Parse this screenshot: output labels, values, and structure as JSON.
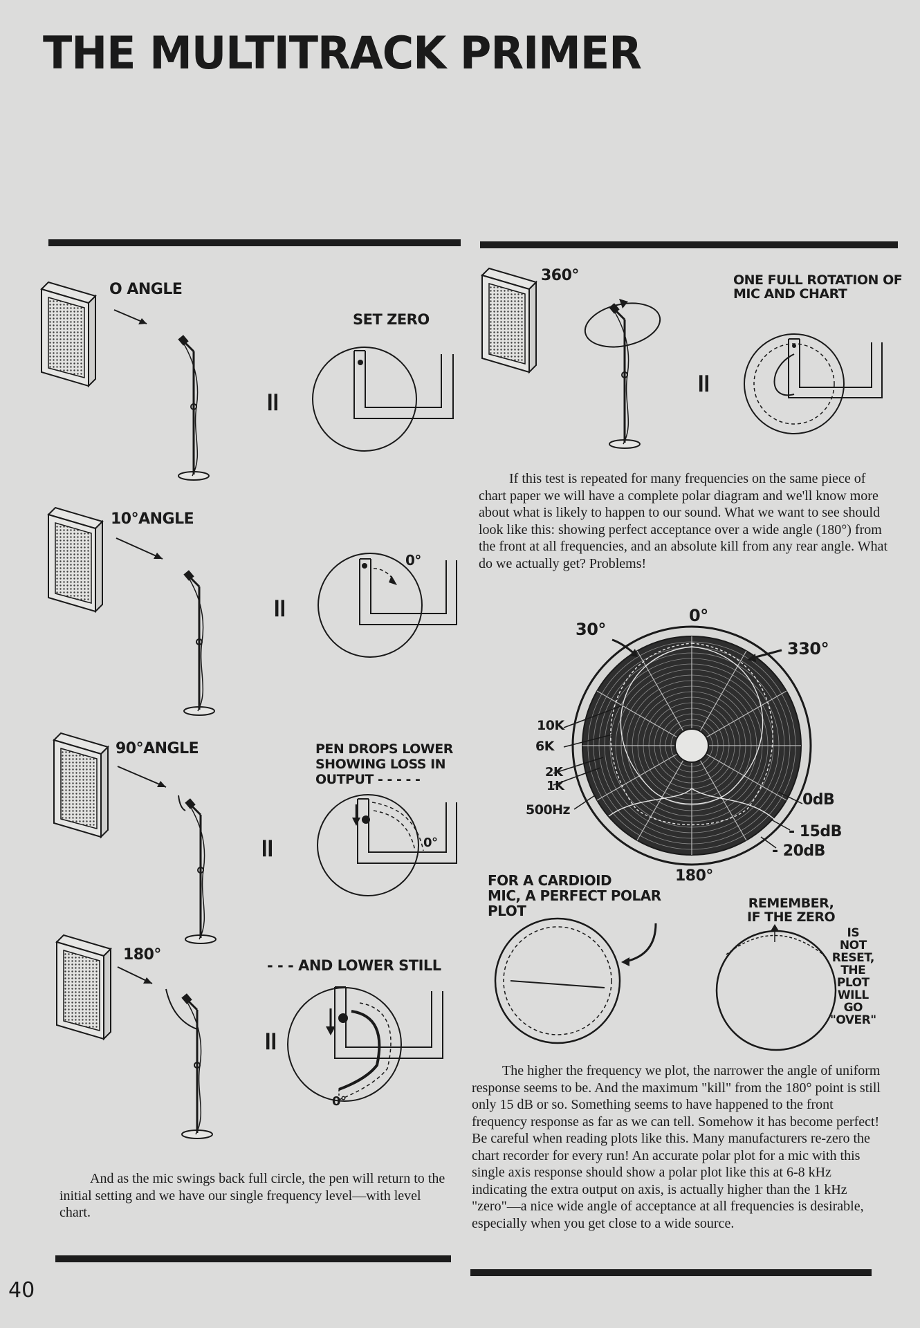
{
  "header": {
    "title": "THE MULTITRACK PRIMER"
  },
  "left_column": {
    "panels": [
      {
        "angle_label": "O ANGLE",
        "note": "SET ZERO"
      },
      {
        "angle_label": "10°ANGLE",
        "chart_tick": "0°"
      },
      {
        "angle_label": "90°ANGLE",
        "note": "PEN DROPS LOWER\nSHOWING LOSS IN\nOUTPUT - - - - -",
        "chart_tick": "0°"
      },
      {
        "angle_label": "180°",
        "note": "- - - AND LOWER STILL",
        "chart_tick": "0°"
      }
    ],
    "equals_sign": "=",
    "paragraph": "And as the mic swings back full circle, the pen will return to the initial setting and we have our single frequency level—with level chart."
  },
  "right_column": {
    "rotation_panel": {
      "angle_label": "360°",
      "note": "ONE FULL ROTATION OF\nMIC AND CHART"
    },
    "paragraph_1": "If this test is repeated for many frequencies on the same piece of chart paper we will have a complete polar diagram and we'll know more about what is likely to happen to our sound. What we want to see should look like this: showing perfect acceptance over a wide angle (180°) from the front at all frequencies, and an absolute kill from any rear angle. What do we actually get? Problems!",
    "polar_diagram": {
      "angles": {
        "top": "0°",
        "left": "30°",
        "right": "330°",
        "bottom": "180°"
      },
      "frequency_labels": [
        "10K",
        "6K",
        "2K",
        "1K",
        "500Hz"
      ],
      "level_labels": [
        "0dB",
        "- 15dB",
        "- 20dB"
      ]
    },
    "cardioid_note": "FOR A CARDIOID\nMIC, A PERFECT POLAR\nPLOT",
    "remember_note_top": "REMEMBER,\nIF THE ZERO",
    "remember_note_side": "IS\nNOT\nRESET,\nTHE\nPLOT\nWILL\nGO\n\"OVER\"",
    "paragraph_2": "The higher the frequency we plot, the narrower the angle of uniform response seems to be. And the maximum \"kill\" from the 180° point is still only 15 dB or so. Something seems to have happened to the front frequency response as far as we can tell. Somehow it has become perfect! Be careful when reading plots like this. Many manufacturers re-zero the chart recorder for every run! An accurate polar plot for a mic with this single axis response should show a polar plot like this at 6-8 kHz indicating the extra output on axis, is actually higher than the 1 kHz \"zero\"—a nice wide angle of acceptance at all frequencies is desirable, especially when you get close to a wide source."
  },
  "footer": {
    "page_number": "40"
  }
}
